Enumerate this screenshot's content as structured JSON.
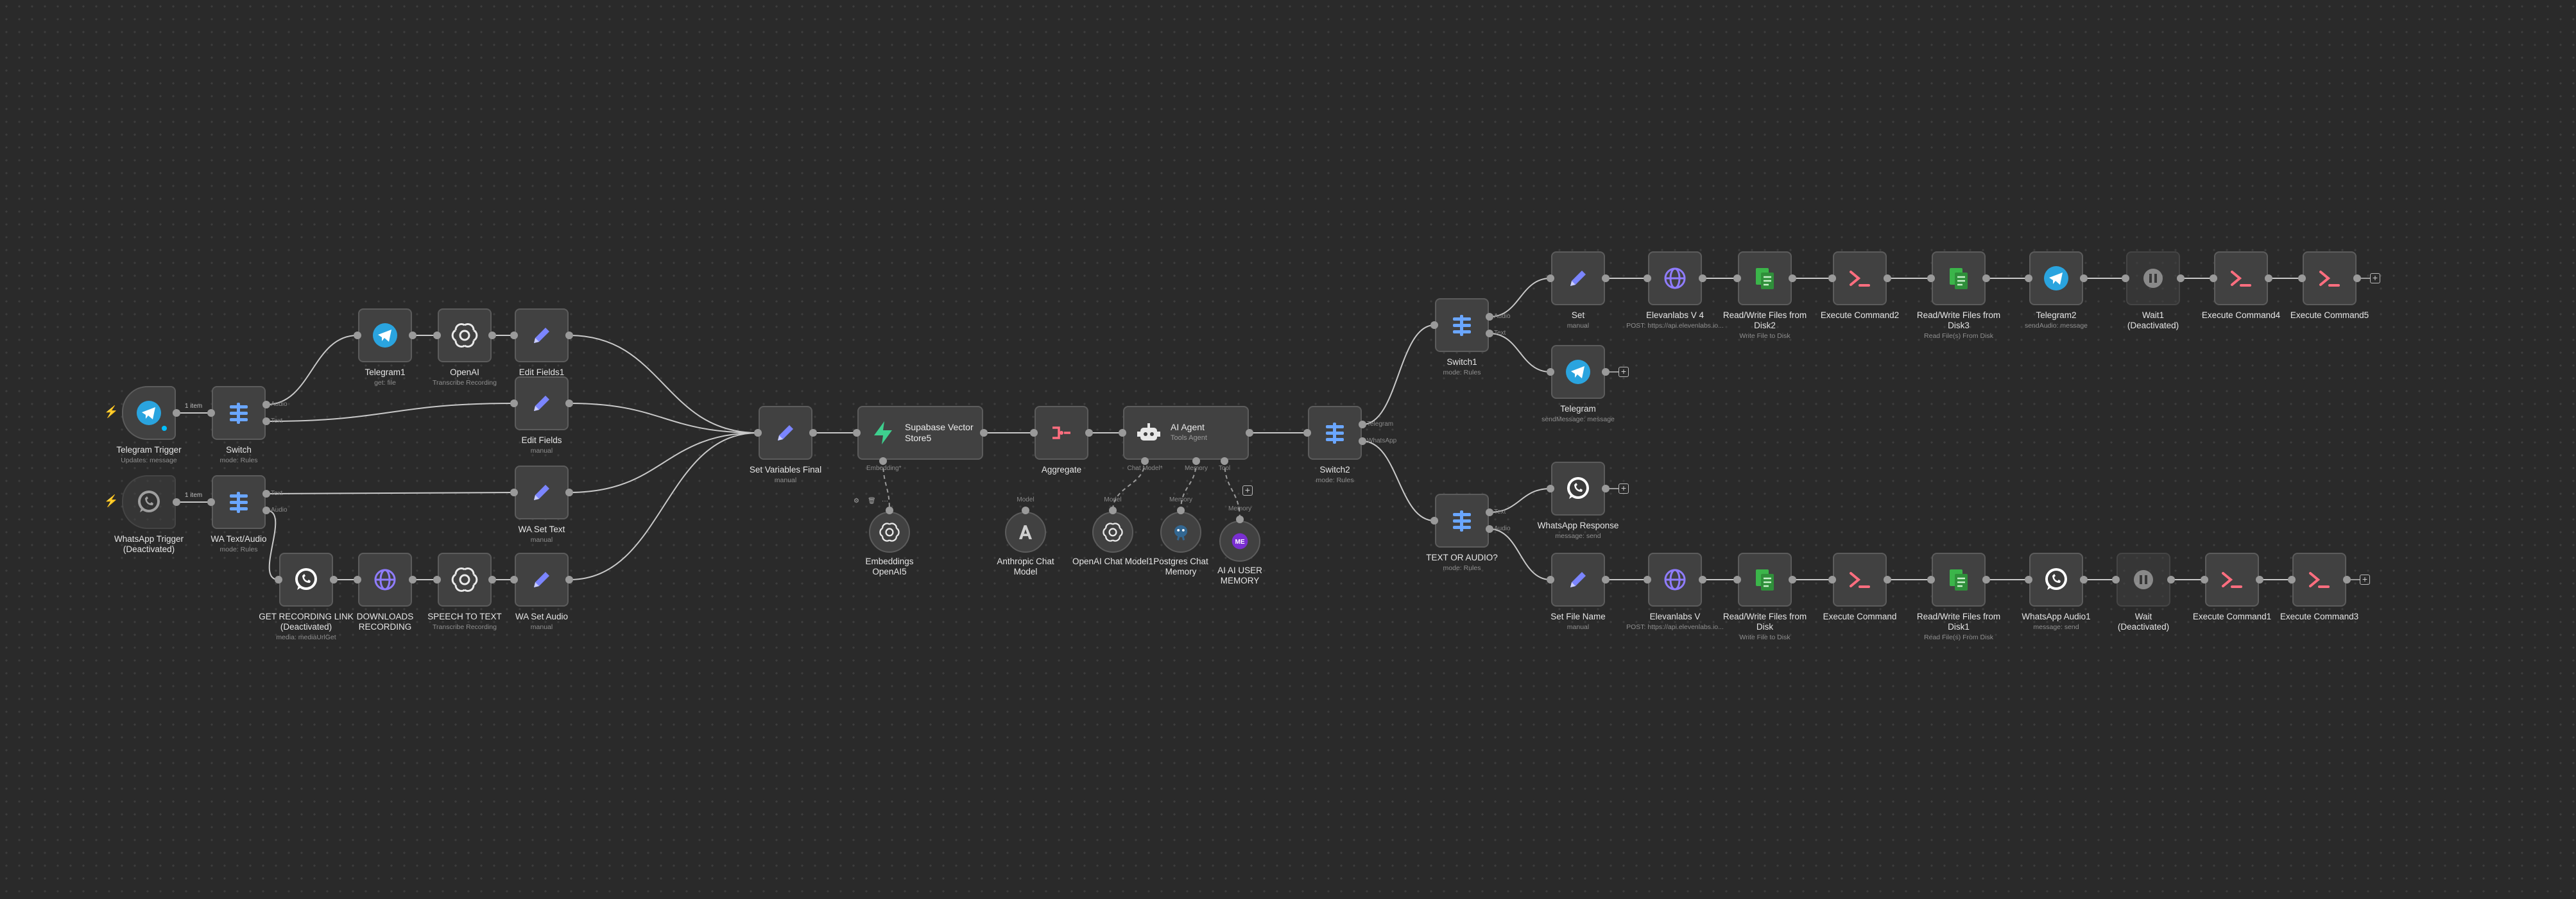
{
  "colors": {
    "canvas_bg": "#2a2a2a",
    "node_bg": "#414141",
    "node_border": "#5c5c5c",
    "wire": "#c9c9c9",
    "trigger_bolt": "#ff6d5a",
    "telegram": "#2aa4df",
    "whatsapp": "#25d366",
    "edit_purple": "#7b85ff",
    "switch_blue": "#6aa6ff",
    "file_green": "#3bb54a",
    "command_red": "#ff6e7f",
    "supabase": "#3ecf8e"
  },
  "nodes": {
    "telegram_trigger": {
      "label": "Telegram Trigger",
      "sub": "Updates: message",
      "icon": "telegram-icon"
    },
    "whatsapp_trigger": {
      "label": "WhatsApp Trigger\n(Deactivated)",
      "sub": "",
      "icon": "whatsapp-icon"
    },
    "switch": {
      "label": "Switch",
      "sub": "mode: Rules",
      "icon": "switch-icon",
      "out": [
        "Audio",
        "Text"
      ]
    },
    "wa_text_audio": {
      "label": "WA Text/Audio",
      "sub": "mode: Rules",
      "icon": "switch-icon",
      "out": [
        "Text",
        "Audio"
      ]
    },
    "telegram1": {
      "label": "Telegram1",
      "sub": "get: file",
      "icon": "telegram-icon"
    },
    "openai": {
      "label": "OpenAI",
      "sub": "Transcribe Recording",
      "icon": "openai-icon"
    },
    "edit_fields1": {
      "label": "Edit Fields1",
      "sub": "manual",
      "icon": "pencil-icon"
    },
    "edit_fields": {
      "label": "Edit Fields",
      "sub": "manual",
      "icon": "pencil-icon"
    },
    "wa_set_text": {
      "label": "WA Set Text",
      "sub": "manual",
      "icon": "pencil-icon"
    },
    "get_recording_link": {
      "label": "GET RECORDING LINK\n(Deactivated)",
      "sub": "media: mediaUrlGet",
      "icon": "whatsapp-icon"
    },
    "downloads_recording": {
      "label": "DOWNLOADS\nRECORDING",
      "sub": "",
      "icon": "globe-icon"
    },
    "speech_to_text": {
      "label": "SPEECH TO TEXT",
      "sub": "Transcribe Recording",
      "icon": "openai-icon"
    },
    "wa_set_audio": {
      "label": "WA Set Audio",
      "sub": "manual",
      "icon": "pencil-icon"
    },
    "set_variables_final": {
      "label": "Set Variables Final",
      "sub": "manual",
      "icon": "pencil-icon"
    },
    "supabase": {
      "label": "Supabase Vector\nStore5",
      "sub": "",
      "icon": "supabase-icon",
      "bottom": "Embedding*"
    },
    "embeddings": {
      "label": "Embeddings\nOpenAI5",
      "sub": "",
      "icon": "openai-icon"
    },
    "aggregate": {
      "label": "Aggregate",
      "sub": "",
      "icon": "aggregate-icon"
    },
    "ai_agent": {
      "label": "AI Agent",
      "sub": "Tools Agent",
      "icon": "robot-icon",
      "bottom": [
        "Chat Model*",
        "Memory",
        "Tool"
      ]
    },
    "anthropic": {
      "label": "Anthropic Chat\nModel",
      "sub": "",
      "icon": "anthropic-icon",
      "top": "Model"
    },
    "openai_chat": {
      "label": "OpenAI Chat Model1",
      "sub": "",
      "icon": "openai-icon",
      "top": "Model"
    },
    "postgres_memory": {
      "label": "Postgres Chat\nMemory",
      "sub": "",
      "icon": "postgres-icon",
      "top": "Memory"
    },
    "ai_user_memory": {
      "label": "AI AI USER\nMEMORY",
      "sub": "",
      "icon": "memory-icon",
      "top": "Memory"
    },
    "switch2": {
      "label": "Switch2",
      "sub": "mode: Rules",
      "icon": "switch-icon",
      "out": [
        "Telegram",
        "WhatsApp"
      ]
    },
    "switch1": {
      "label": "Switch1",
      "sub": "mode: Rules",
      "icon": "switch-icon",
      "out": [
        "Audio",
        "Text"
      ]
    },
    "text_or_audio": {
      "label": "TEXT OR AUDIO?",
      "sub": "mode: Rules",
      "icon": "switch-icon",
      "out": [
        "Text",
        "Audio"
      ]
    },
    "set": {
      "label": "Set",
      "sub": "manual",
      "icon": "pencil-icon"
    },
    "elevenlabs_v4": {
      "label": "Elevanlabs V 4",
      "sub": "POST: https://api.elevenlabs.io...",
      "icon": "globe-icon"
    },
    "rw_disk2": {
      "label": "Read/Write Files from\nDisk2",
      "sub": "Write File to Disk",
      "icon": "files-icon"
    },
    "exec_cmd2": {
      "label": "Execute Command2",
      "sub": "",
      "icon": "terminal-icon"
    },
    "rw_disk3": {
      "label": "Read/Write Files from\nDisk3",
      "sub": "Read File(s) From Disk",
      "icon": "files-icon"
    },
    "telegram2": {
      "label": "Telegram2",
      "sub": "sendAudio: message",
      "icon": "telegram-icon"
    },
    "wait1": {
      "label": "Wait1\n(Deactivated)",
      "sub": "",
      "icon": "pause-icon"
    },
    "exec_cmd4": {
      "label": "Execute Command4",
      "sub": "",
      "icon": "terminal-icon"
    },
    "exec_cmd5": {
      "label": "Execute Command5",
      "sub": "",
      "icon": "terminal-icon"
    },
    "telegram": {
      "label": "Telegram",
      "sub": "sendMessage: message",
      "icon": "telegram-icon"
    },
    "whatsapp_response": {
      "label": "WhatsApp Response",
      "sub": "message: send",
      "icon": "whatsapp-icon"
    },
    "set_file_name": {
      "label": "Set File Name",
      "sub": "manual",
      "icon": "pencil-icon"
    },
    "elevenlabs_v": {
      "label": "Elevanlabs V",
      "sub": "POST: https://api.elevenlabs.io...",
      "icon": "globe-icon"
    },
    "rw_disk": {
      "label": "Read/Write Files from\nDisk",
      "sub": "Write File to Disk",
      "icon": "files-icon"
    },
    "exec_cmd": {
      "label": "Execute Command",
      "sub": "",
      "icon": "terminal-icon"
    },
    "rw_disk1": {
      "label": "Read/Write Files from\nDisk1",
      "sub": "Read File(s) From Disk",
      "icon": "files-icon"
    },
    "whatsapp_audio1": {
      "label": "WhatsApp Audio1",
      "sub": "message: send",
      "icon": "whatsapp-icon"
    },
    "wait": {
      "label": "Wait\n(Deactivated)",
      "sub": "",
      "icon": "pause-icon"
    },
    "exec_cmd1": {
      "label": "Execute Command1",
      "sub": "",
      "icon": "terminal-icon"
    },
    "exec_cmd3": {
      "label": "Execute Command3",
      "sub": "",
      "icon": "terminal-icon"
    }
  },
  "edge_labels": {
    "tg_items": "1 item",
    "wa_items": "1 item"
  },
  "toolbar_glyphs": [
    "⚙",
    "🗑",
    "···"
  ]
}
